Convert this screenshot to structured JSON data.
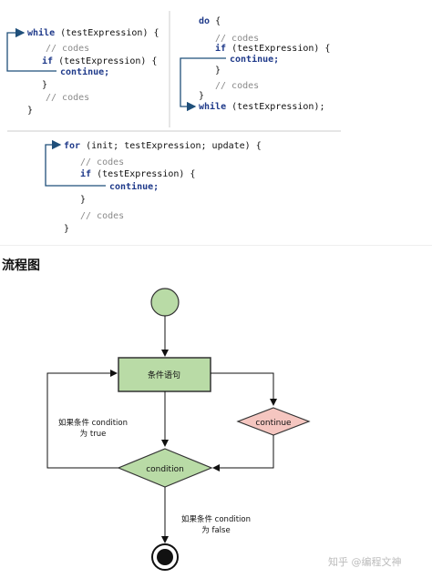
{
  "code_panels": {
    "while_loop": {
      "line1_kw": "while",
      "line1_rest": " (testExpression) {",
      "line2": "// codes",
      "line3_kw": "if",
      "line3_rest": " (testExpression) {",
      "line4": "continue;",
      "line5": "}",
      "line6": "// codes",
      "line7": "}"
    },
    "do_while_loop": {
      "line1_kw": "do",
      "line1_rest": " {",
      "line2": "// codes",
      "line3_kw": "if",
      "line3_rest": " (testExpression) {",
      "line4": "continue;",
      "line5": "}",
      "line6": "// codes",
      "line7": "}",
      "line8_kw": "while",
      "line8_rest": " (testExpression);"
    },
    "for_loop": {
      "line1_kw": "for",
      "line1_rest": " (init; testExpression; update) {",
      "line2": "// codes",
      "line3_kw": "if",
      "line3_rest": " (testExpression) {",
      "line4": "continue;",
      "line5": "}",
      "line6": "// codes",
      "line7": "}"
    }
  },
  "section_heading": "流程图",
  "flowchart": {
    "statement_box": "条件语句",
    "continue_node": "continue",
    "condition_node": "condition",
    "true_label_line1": "如果条件 condition",
    "true_label_line2": "为 true",
    "false_label_line1": "如果条件 condition",
    "false_label_line2": "为 false"
  },
  "watermark": "知乎 @编程文神",
  "colors": {
    "keyword": "#1f3a8a",
    "comment": "#8a8a8a",
    "arrow_blue": "#1f4f7a",
    "node_green": "#b9dba6",
    "node_pink": "#f5c6c0"
  }
}
